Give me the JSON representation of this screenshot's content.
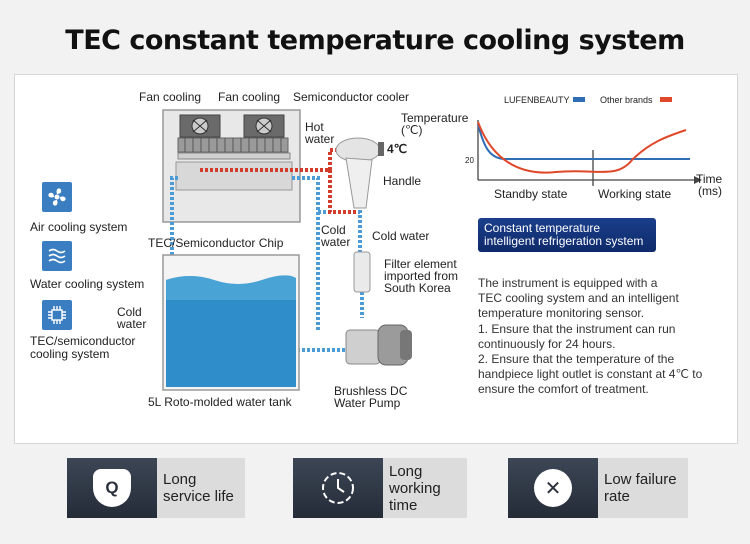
{
  "title": "TEC constant temperature cooling system",
  "labels": {
    "fan_cooling_1": "Fan cooling",
    "fan_cooling_2": "Fan cooling",
    "semiconductor_cooler": "Semiconductor cooler",
    "hot_water_1": "Hot",
    "hot_water_2": "water",
    "temp_4c": "4℃",
    "handle": "Handle",
    "cold_water_a1": "Cold",
    "cold_water_a2": "water",
    "cold_water_b": "Cold water",
    "tec_chip": "TEC/Semiconductor Chip",
    "filter_1": "Filter element",
    "filter_2": "imported from",
    "filter_3": "South Korea",
    "cold_water_c1": "Cold",
    "cold_water_c2": "water",
    "tank": "5L Roto-molded water tank",
    "pump_1": "Brushless DC",
    "pump_2": "Water Pump"
  },
  "systems": [
    {
      "icon": "fan-icon",
      "label": "Air cooling system"
    },
    {
      "icon": "wave-icon",
      "label": "Water cooling system"
    },
    {
      "icon": "chip-icon",
      "label_1": "TEC/semiconductor",
      "label_2": "cooling system"
    }
  ],
  "chart": {
    "ylabel_1": "Temperature",
    "ylabel_2": "(℃)",
    "xlabel_1": "Time",
    "xlabel_2": "(ms)",
    "tick_20": "20",
    "legend_1": "LUFENBEAUTY",
    "legend_2": "Other brands",
    "phase_1": "Standby state",
    "phase_2": "Working state",
    "color_1": "#2f6db5",
    "color_2": "#e0482a"
  },
  "badge": {
    "line_1": "Constant temperature",
    "line_2": "intelligent refrigeration system"
  },
  "description": [
    "The instrument is equipped with a",
    "TEC cooling system and an intelligent",
    "temperature monitoring sensor.",
    "1. Ensure that the instrument can run",
    "continuously for 24 hours.",
    "2. Ensure that the temperature of the",
    "handpiece light outlet is constant at 4℃ to",
    "ensure the comfort of treatment."
  ],
  "features": [
    {
      "icon": "shield-q-icon",
      "line_1": "Long",
      "line_2": "service life"
    },
    {
      "icon": "timer-icon",
      "line_1": "Long",
      "line_2": "working",
      "line_3": "time"
    },
    {
      "icon": "x-circle-icon",
      "line_1": "Low failure",
      "line_2": "rate"
    }
  ]
}
